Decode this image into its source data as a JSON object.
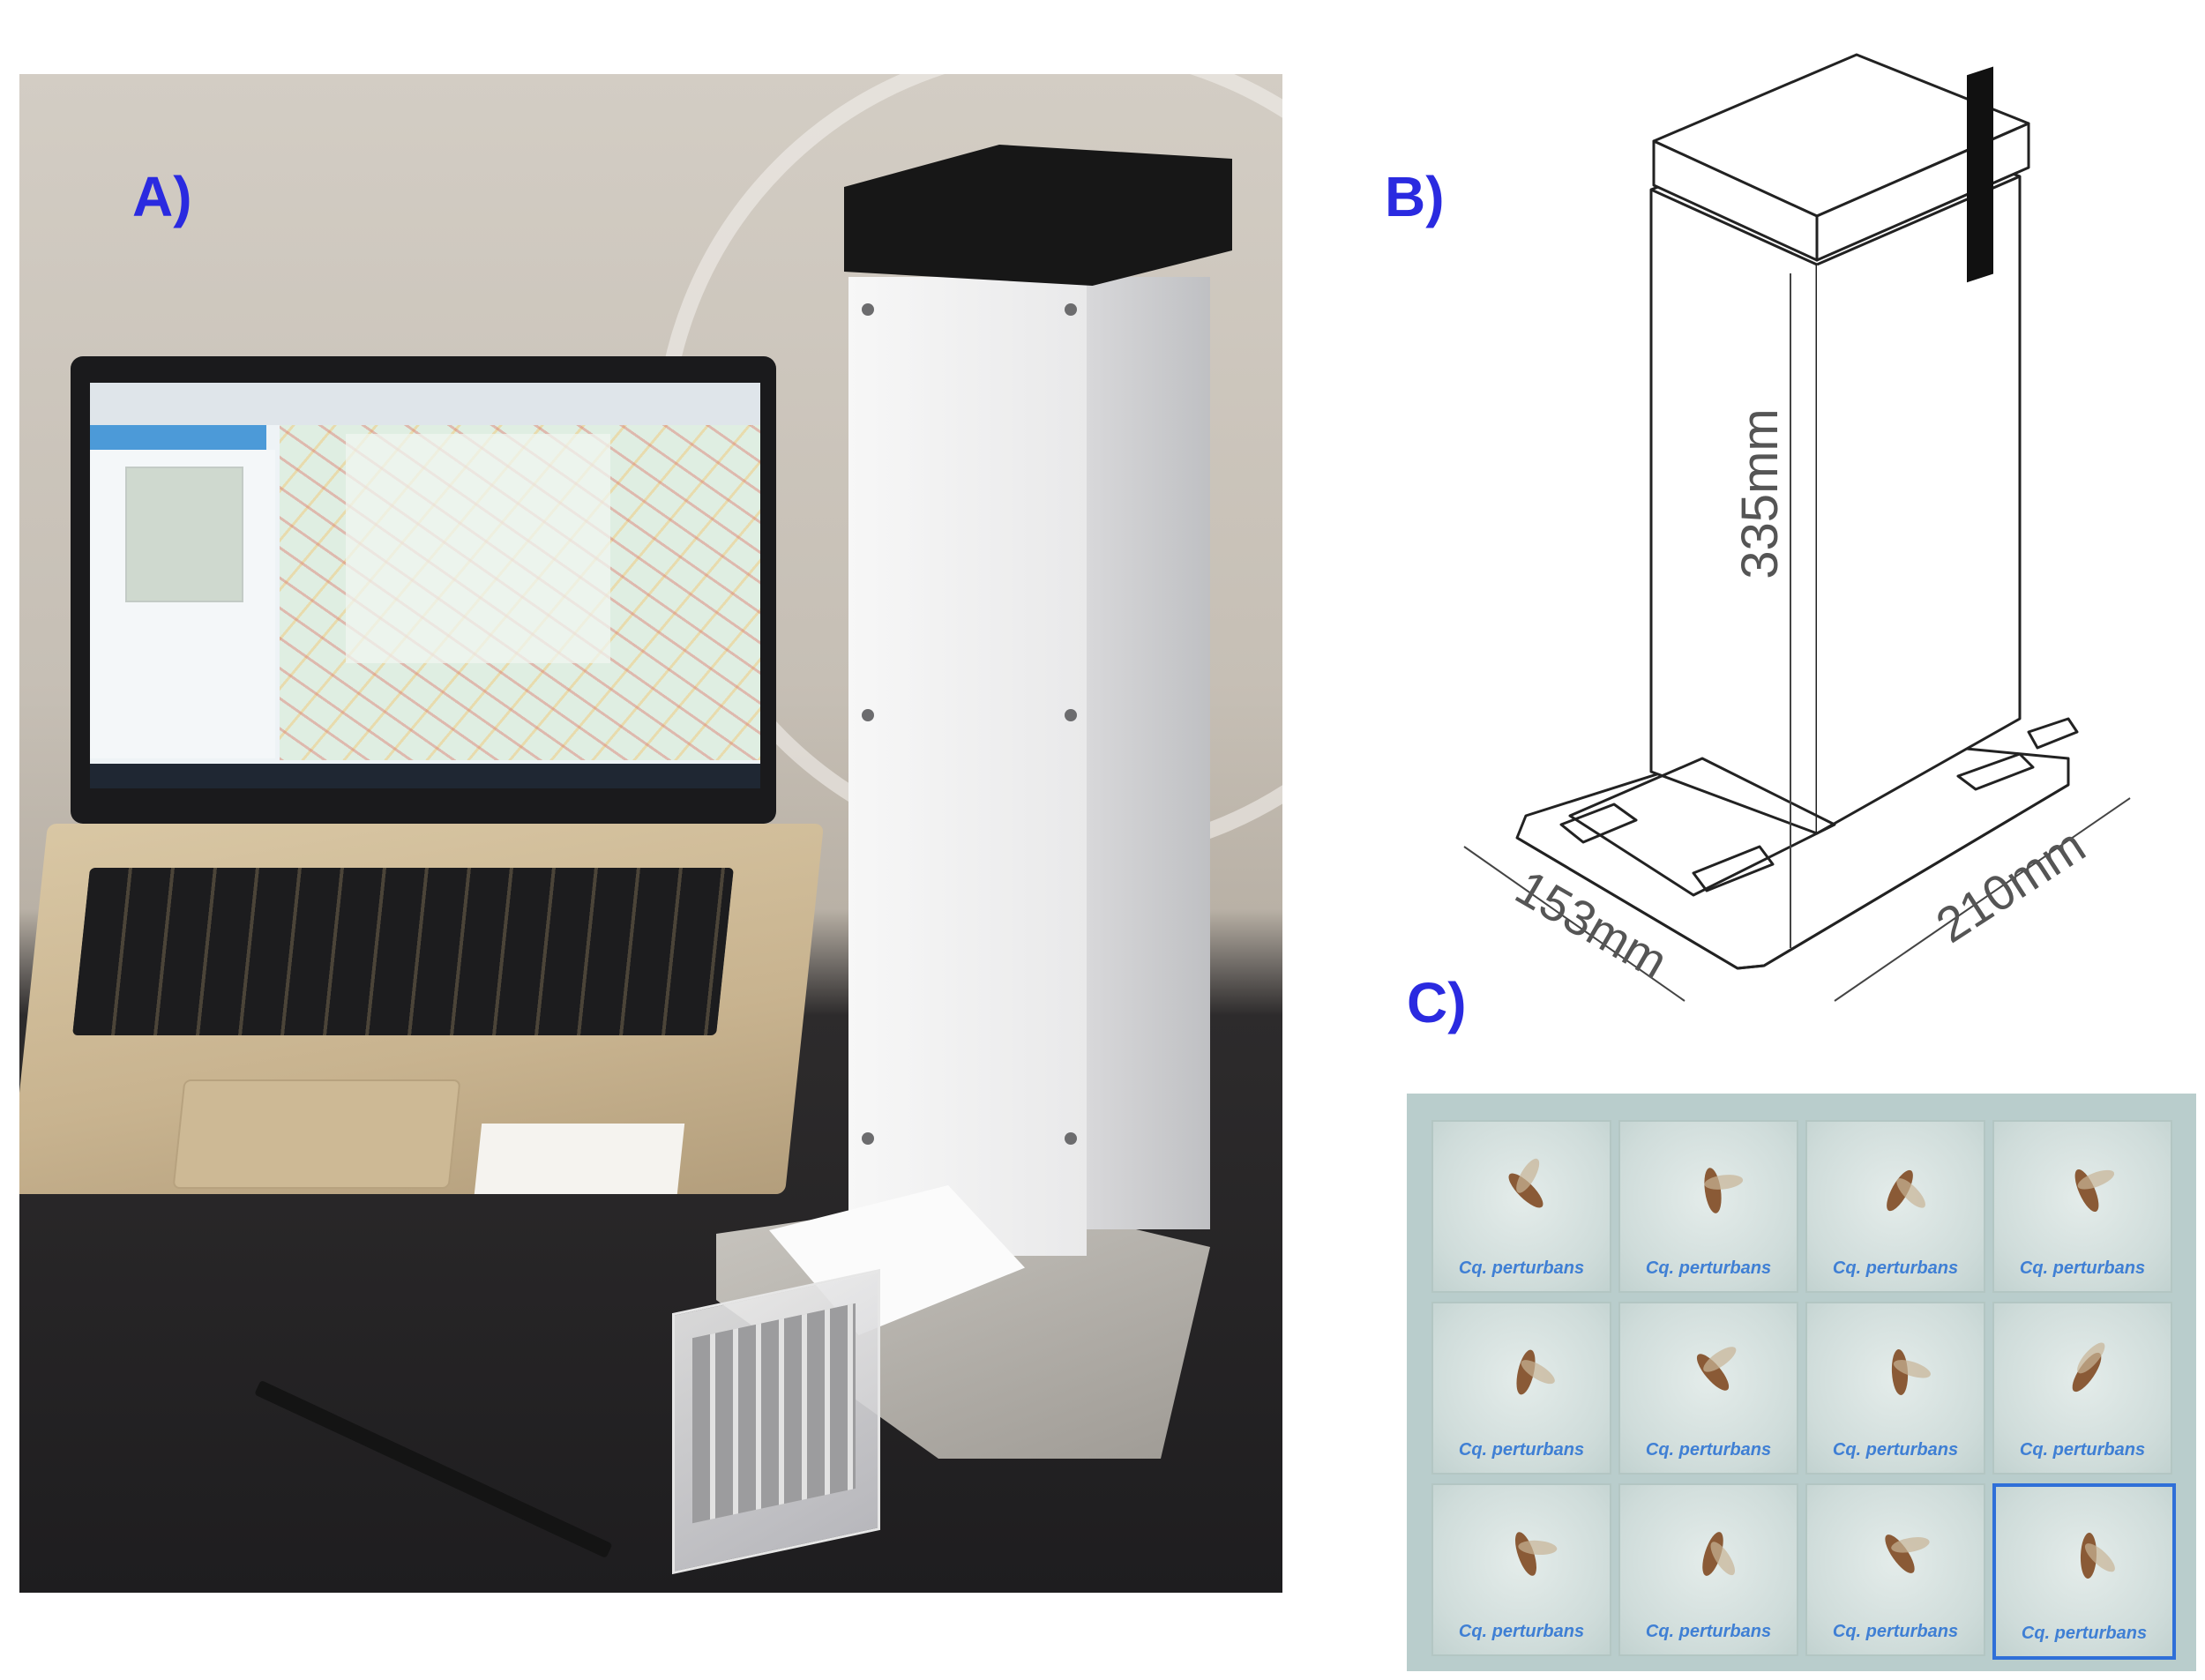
{
  "panels": {
    "a": {
      "label": "A)"
    },
    "b": {
      "label": "B)",
      "dimensions": {
        "height": "335mm",
        "depth": "153mm",
        "width": "210mm"
      }
    },
    "c": {
      "label": "C)",
      "slots": [
        "Cq. perturbans",
        "Cq. perturbans",
        "Cq. perturbans",
        "Cq. perturbans",
        "Cq. perturbans",
        "Cq. perturbans",
        "Cq. perturbans",
        "Cq. perturbans",
        "Cq. perturbans",
        "Cq. perturbans",
        "Cq. perturbans",
        "Cq. perturbans"
      ]
    }
  },
  "colors": {
    "label_blue": "#2a2ae0",
    "species_text": "#3f7fd4",
    "highlight_box": "#2f6fd8"
  }
}
